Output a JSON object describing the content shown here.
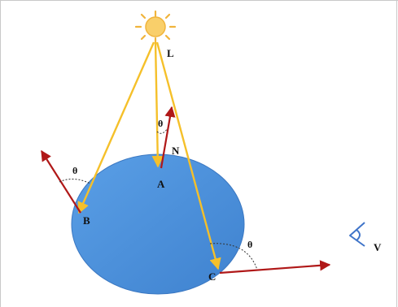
{
  "labels": {
    "light": "L",
    "normal": "N",
    "point_a": "A",
    "point_b": "B",
    "point_c": "C",
    "viewer": "V",
    "theta": "θ"
  },
  "colors": {
    "sphere_fill": "#4a8fd8",
    "sphere_edge": "#3b78c2",
    "light_ray": "#f5c02a",
    "normal_vector": "#b01818",
    "sun_fill": "#f9cf6a",
    "sun_ray": "#f0b43c",
    "eye_stroke": "#3f74c9",
    "angle_arc": "#333333"
  },
  "icons": {
    "light_source": "sun-icon",
    "viewer": "eye-icon"
  }
}
